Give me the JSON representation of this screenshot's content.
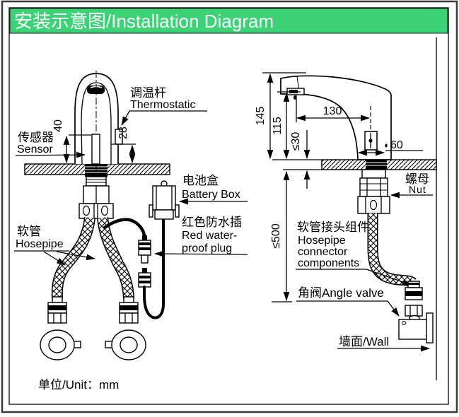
{
  "title": "安装示意图/Installation Diagram",
  "unit_note": "单位/Unit：mm",
  "colors": {
    "header_green": "#3cd376",
    "ink": "#000000"
  },
  "left": {
    "thermostatic_zh": "调温杆",
    "thermostatic_en": "Thermostatic",
    "sensor_zh": "传感器",
    "sensor_en": "Sensor",
    "battery_zh": "电池盒",
    "battery_en": "Battery Box",
    "plug_zh": "红色防水插",
    "plug_en1": "Red water-",
    "plug_en2": "proof plug",
    "hose_zh": "软管",
    "hose_en": "Hosepipe",
    "dim_sensor_height": "40",
    "dim_thermostatic_height": "28"
  },
  "right": {
    "nut_zh": "螺母",
    "nut_en": "Nut",
    "connector_zh": "软管接头组件",
    "connector_en1": "Hosepipe",
    "connector_en2": "connector",
    "connector_en3": "components",
    "angle_valve": "角阀Angle valve",
    "wall": "墙面/Wall",
    "dim_total_height": "145",
    "dim_spout_height": "115",
    "dim_reach": "130",
    "dim_counter_thickness": "≤30",
    "dim_base_width": "60",
    "dim_hose_length": "≤500"
  }
}
